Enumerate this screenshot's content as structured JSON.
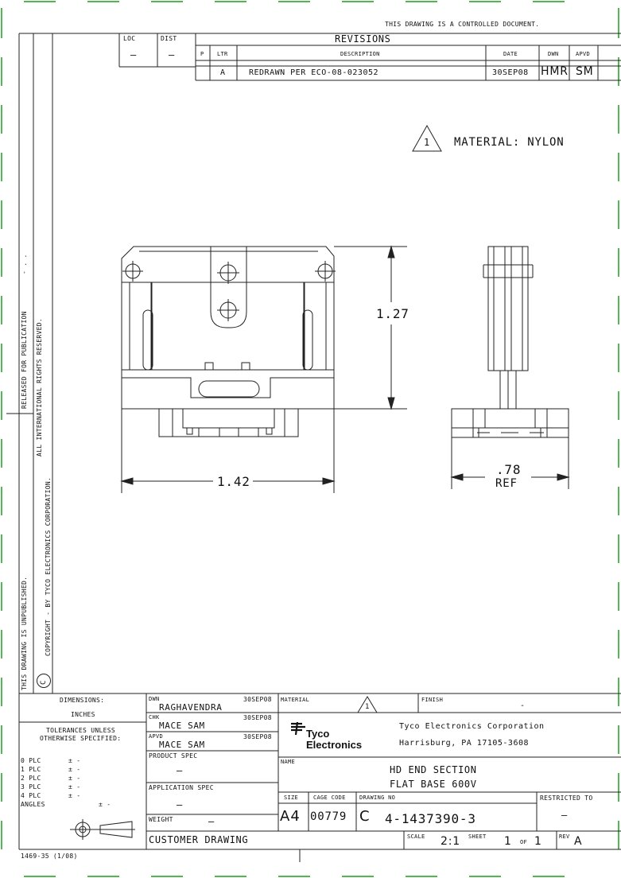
{
  "header_note": "THIS DRAWING IS A CONTROLLED DOCUMENT.",
  "loc": {
    "label": "LOC",
    "value": "—"
  },
  "dist": {
    "label": "DIST",
    "value": "—"
  },
  "revisions": {
    "title": "REVISIONS",
    "headers": {
      "p": "P",
      "ltr": "LTR",
      "description": "DESCRIPTION",
      "date": "DATE",
      "dwn": "DWN",
      "apvd": "APVD"
    },
    "row": {
      "ltr": "A",
      "description": "REDRAWN PER ECO-08-023052",
      "date": "30SEP08",
      "dwn": "HMR",
      "apvd": "SM"
    }
  },
  "material_note": {
    "flag": "1",
    "text": "MATERIAL:  NYLON"
  },
  "dimensions": {
    "height": "1.27",
    "width": "1.42",
    "depth": ".78",
    "depth_ref": "REF"
  },
  "left_margin": {
    "released": "RELEASED FOR PUBLICATION",
    "marks": "- .   .",
    "unpublished": "THIS DRAWING IS UNPUBLISHED.",
    "copyright": "COPYRIGHT  -      BY TYCO ELECTRONICS CORPORATION.",
    "rights": "ALL INTERNATIONAL RIGHTS RESERVED.",
    "copyright_symbol": "C"
  },
  "title_block": {
    "dimensions_label": "DIMENSIONS:",
    "units": "INCHES",
    "tolerances_line1": "TOLERANCES UNLESS",
    "tolerances_line2": "OTHERWISE SPECIFIED:",
    "tolerances": [
      {
        "label": "0 PLC",
        "value": "± -"
      },
      {
        "label": "1 PLC",
        "value": "± -"
      },
      {
        "label": "2 PLC",
        "value": "± -"
      },
      {
        "label": "3 PLC",
        "value": "± -"
      },
      {
        "label": "4 PLC",
        "value": "± -"
      }
    ],
    "angles_label": "ANGLES",
    "angles_value": "± -",
    "dwn_label": "DWN",
    "dwn_name": "RAGHAVENDRA",
    "dwn_date": "30SEP08",
    "chk_label": "CHK",
    "chk_name": "MACE SAM",
    "chk_date": "30SEP08",
    "apvd_label": "APVD",
    "apvd_name": "MACE SAM",
    "apvd_date": "30SEP08",
    "product_spec_label": "PRODUCT SPEC",
    "product_spec_value": "—",
    "application_spec_label": "APPLICATION SPEC",
    "application_spec_value": "—",
    "weight_label": "WEIGHT",
    "weight_value": "—",
    "customer_drawing": "CUSTOMER DRAWING",
    "material_label": "MATERIAL",
    "material_flag": "1",
    "finish_label": "FINISH",
    "finish_value": "-",
    "logo_line1": "Tyco",
    "logo_line2": "Electronics",
    "company": "Tyco Electronics Corporation",
    "address": "Harrisburg, PA 17105-3608",
    "name_label": "NAME",
    "name_line1": "HD END SECTION",
    "name_line2": "FLAT BASE 600V",
    "size_label": "SIZE",
    "size_value": "A4",
    "cage_label": "CAGE CODE",
    "cage_value": "00779",
    "drawing_no_label": "DRAWING NO",
    "drawing_prefix": "C",
    "drawing_no": "4-1437390-3",
    "restricted_label": "RESTRICTED TO",
    "restricted_value": "—",
    "scale_label": "SCALE",
    "scale_value": "2:1",
    "sheet_label": "SHEET",
    "sheet_value": "1",
    "of_label": "OF",
    "of_value": "1",
    "rev_label": "REV",
    "rev_value": "A"
  },
  "form_number": "1469-35  (1/08)"
}
